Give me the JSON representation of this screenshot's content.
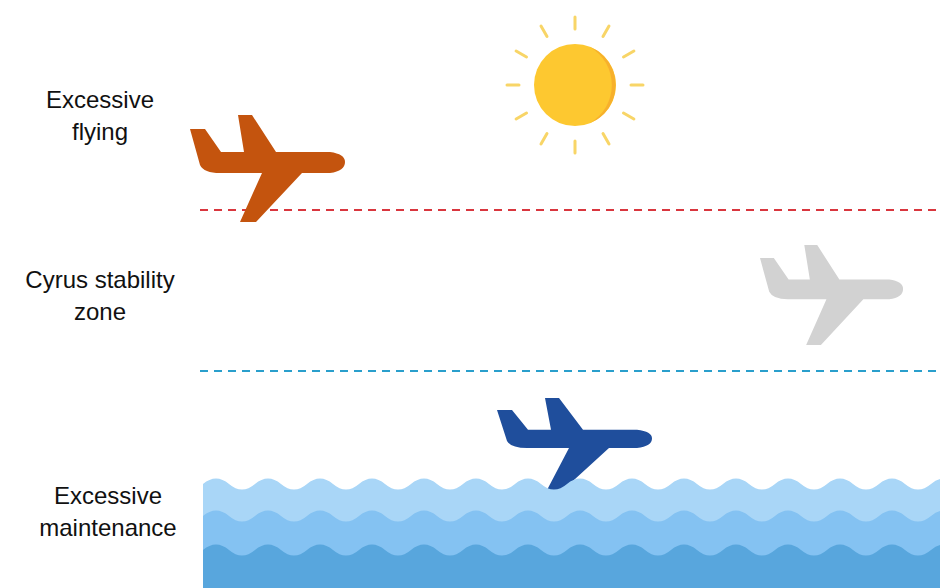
{
  "diagram": {
    "labels": [
      "Excessive flying",
      "Cyrus stability zone",
      "Excessive maintenance"
    ]
  }
}
